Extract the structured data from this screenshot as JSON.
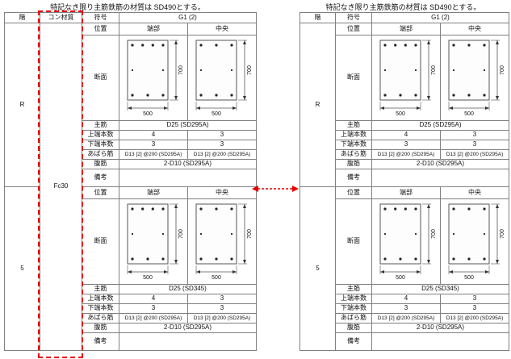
{
  "title_note": "特記なき限り主筋鉄筋の材質は SD490とする。",
  "labels": {
    "floor": "階",
    "concrete": "コン材質",
    "mark": "符号",
    "position": "位置",
    "section": "断面",
    "main_bar": "主筋",
    "top_count": "上端本数",
    "bottom_count": "下端本数",
    "stirrup": "あばら筋",
    "web_bar": "腹筋",
    "remarks": "備考",
    "pos_end": "端部",
    "pos_center": "中央"
  },
  "mark_value": "G1 (2)",
  "concrete_value": "Fc30",
  "section_dims": {
    "width_label": "500",
    "height_label": "700"
  },
  "accent": {
    "highlight_red": "#e60000"
  },
  "blocks": [
    {
      "floor": "R",
      "main_bar": "D25 (SD295A)",
      "top_end": "4",
      "top_center": "3",
      "bottom_end": "3",
      "bottom_center": "3",
      "stirrup_end": "D13 [2] @200 (SD295A)",
      "stirrup_center": "D13 [2] @200 (SD295A)",
      "web_bar": "2-D10 (SD295A)",
      "remarks": ""
    },
    {
      "floor": "5",
      "main_bar": "D25 (SD345)",
      "top_end": "4",
      "top_center": "3",
      "bottom_end": "3",
      "bottom_center": "3",
      "stirrup_end": "D13 [2] @200 (SD295A)",
      "stirrup_center": "D13 [2] @200 (SD295A)",
      "web_bar": "2-D10 (SD295A)",
      "remarks": ""
    }
  ]
}
